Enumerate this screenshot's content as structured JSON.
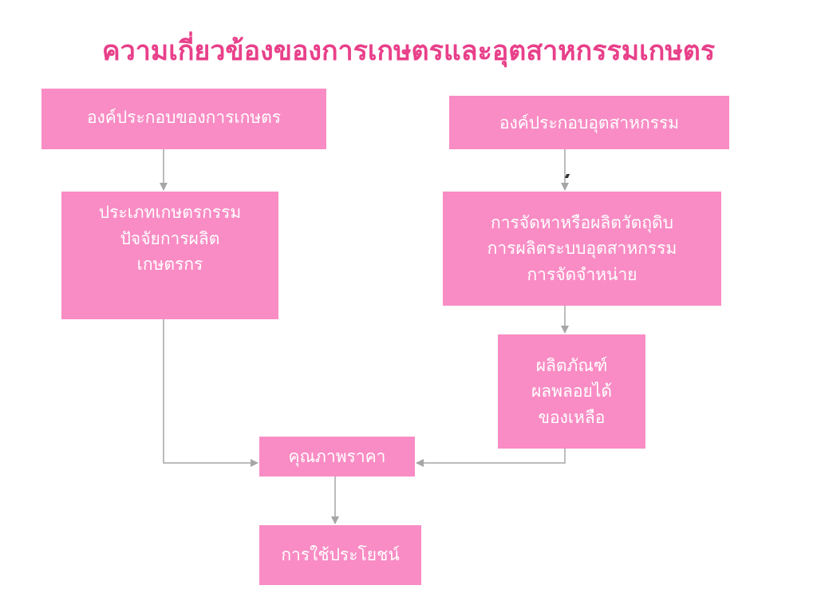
{
  "title": "ความเกี่ยวข้องของการเกษตรและอุตสาหกรรมเกษตร",
  "colors": {
    "title": "#e8408a",
    "box_fill": "#f98cc4",
    "box_text": "#ffffff",
    "connector": "#a6a6a6"
  },
  "nodes": {
    "agri_components": {
      "lines": [
        "องค์ประกอบของการเกษตร"
      ]
    },
    "industry_components": {
      "lines": [
        "องค์ประกอบอุตสาหกรรม"
      ]
    },
    "agri_details": {
      "lines": [
        "ประเภทเกษตรกรรม",
        "ปัจจัยการผลิต",
        "เกษตรกร"
      ]
    },
    "industry_details": {
      "lines": [
        "การจัดหาหรือผลิตวัตถุดิบ",
        "การผลิตระบบอุตสาหกรรม",
        "การจัดจำหน่าย"
      ]
    },
    "products": {
      "lines": [
        "ผลิตภัณฑ์",
        "ผลพลอยได้",
        "ของเหลือ"
      ]
    },
    "quality_price": {
      "lines": [
        "คุณภาพราคา"
      ]
    },
    "utilization": {
      "lines": [
        "การใช้ประโยชน์"
      ]
    }
  },
  "edges": [
    {
      "from": "agri_components",
      "to": "agri_details"
    },
    {
      "from": "industry_components",
      "to": "industry_details"
    },
    {
      "from": "industry_details",
      "to": "products"
    },
    {
      "from": "agri_details",
      "to": "quality_price"
    },
    {
      "from": "products",
      "to": "quality_price"
    },
    {
      "from": "quality_price",
      "to": "utilization"
    }
  ]
}
